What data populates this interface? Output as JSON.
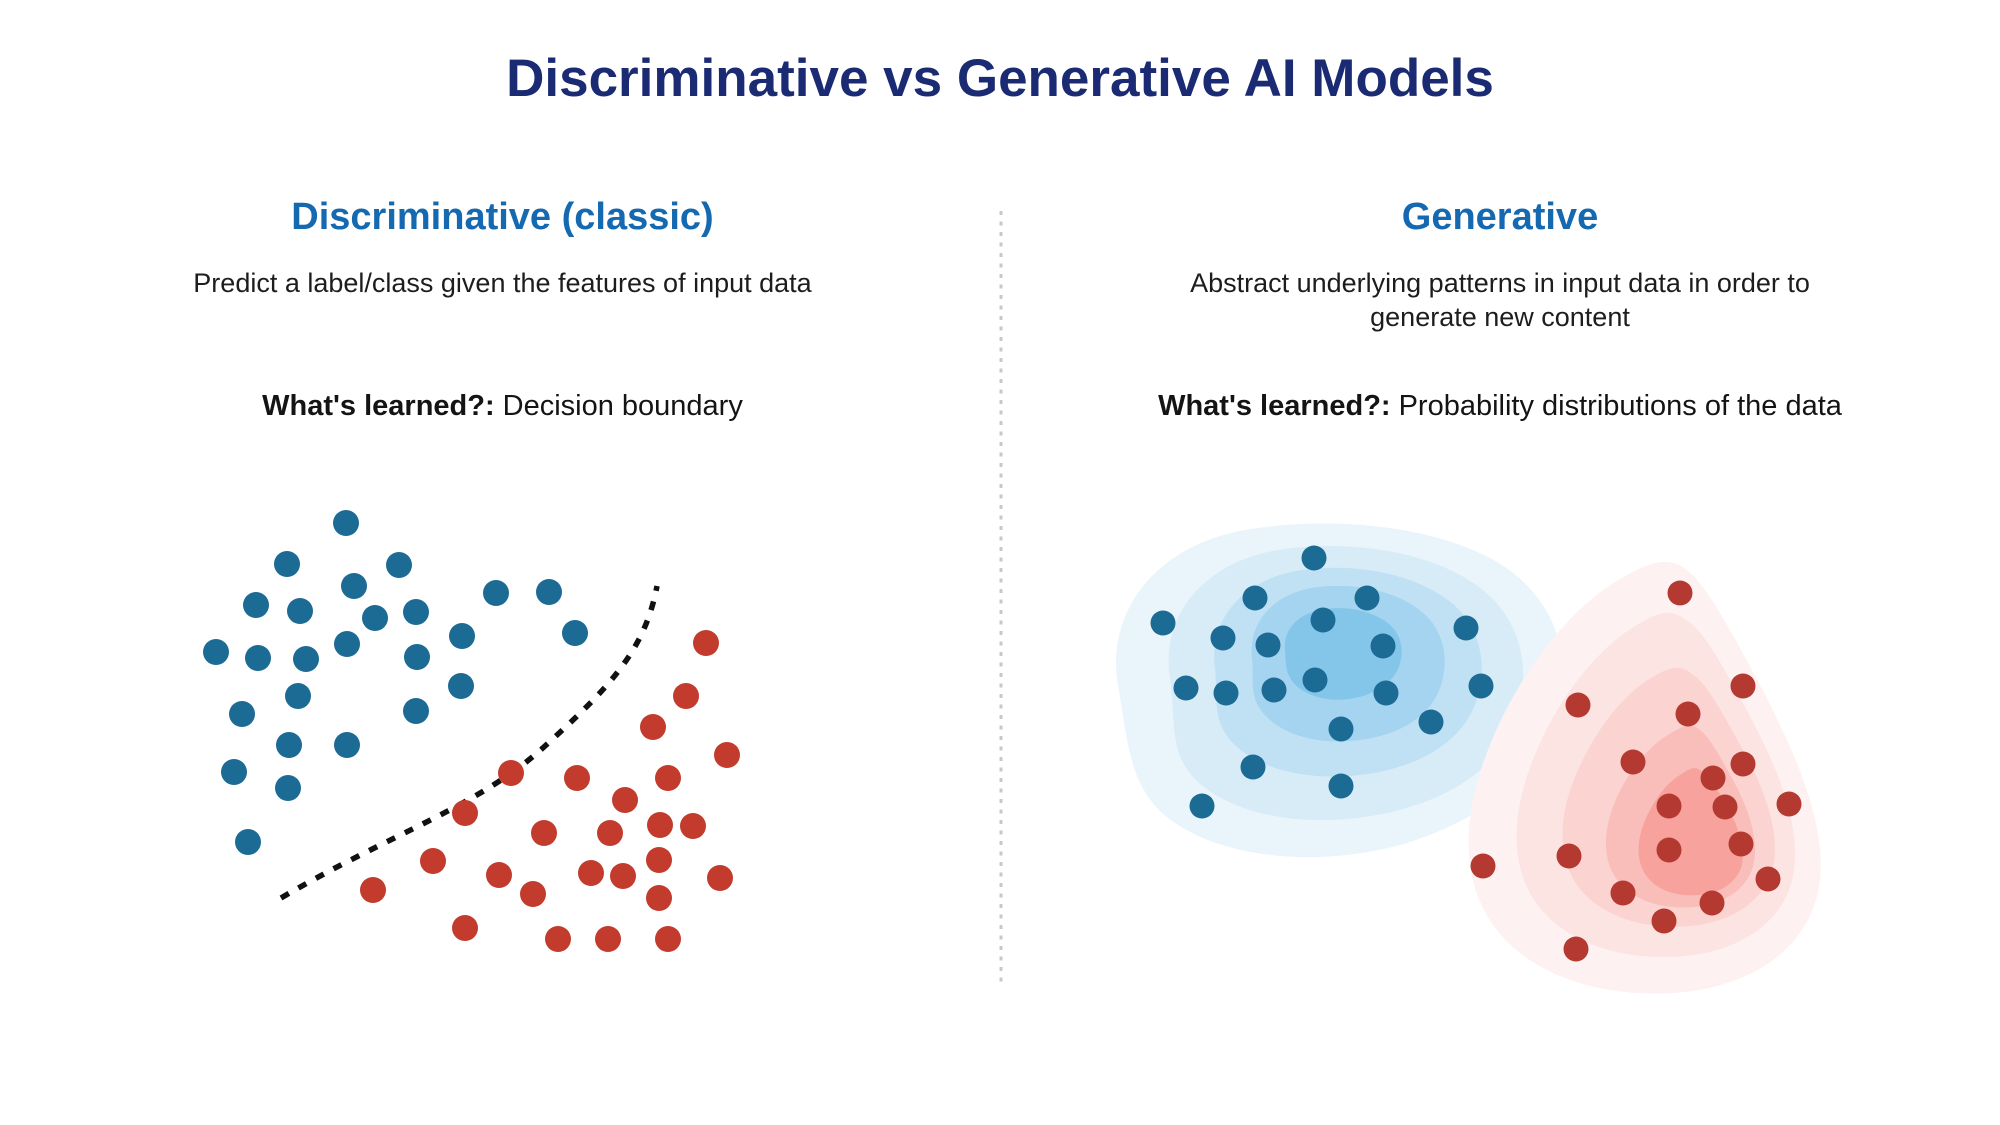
{
  "title": {
    "text": "Discriminative vs Generative AI Models",
    "color": "#1a2a73"
  },
  "divider": {
    "color": "#c8c8c8"
  },
  "left_panel": {
    "heading": "Discriminative (classic)",
    "heading_color": "#1569b0",
    "description": "Predict a label/class given the features of input data",
    "learned_label": "What's learned?:",
    "learned_value": "Decision boundary",
    "scatter": {
      "type": "scatter",
      "blue_color": "#1b6b94",
      "red_color": "#c23b2d",
      "boundary_color": "#111111",
      "dot_radius": 13,
      "blue_points": [
        [
          346,
          523
        ],
        [
          287,
          564
        ],
        [
          399,
          565
        ],
        [
          354,
          586
        ],
        [
          256,
          605
        ],
        [
          300,
          611
        ],
        [
          375,
          618
        ],
        [
          416,
          612
        ],
        [
          496,
          593
        ],
        [
          549,
          592
        ],
        [
          216,
          652
        ],
        [
          258,
          658
        ],
        [
          306,
          659
        ],
        [
          347,
          644
        ],
        [
          417,
          657
        ],
        [
          462,
          636
        ],
        [
          575,
          633
        ],
        [
          461,
          686
        ],
        [
          298,
          696
        ],
        [
          416,
          711
        ],
        [
          242,
          714
        ],
        [
          289,
          745
        ],
        [
          347,
          745
        ],
        [
          234,
          772
        ],
        [
          288,
          788
        ],
        [
          248,
          842
        ]
      ],
      "red_points": [
        [
          706,
          643
        ],
        [
          686,
          696
        ],
        [
          653,
          727
        ],
        [
          727,
          755
        ],
        [
          668,
          778
        ],
        [
          625,
          800
        ],
        [
          660,
          825
        ],
        [
          693,
          826
        ],
        [
          610,
          833
        ],
        [
          659,
          860
        ],
        [
          591,
          873
        ],
        [
          623,
          876
        ],
        [
          720,
          878
        ],
        [
          659,
          898
        ],
        [
          608,
          939
        ],
        [
          668,
          939
        ],
        [
          511,
          773
        ],
        [
          577,
          778
        ],
        [
          465,
          813
        ],
        [
          544,
          833
        ],
        [
          433,
          861
        ],
        [
          499,
          875
        ],
        [
          373,
          890
        ],
        [
          533,
          894
        ],
        [
          465,
          928
        ],
        [
          558,
          939
        ]
      ]
    }
  },
  "right_panel": {
    "heading": "Generative",
    "heading_color": "#1569b0",
    "description": "Abstract underlying patterns in input data in order to\ngenerate new content",
    "learned_label": "What's learned?:",
    "learned_value": "Probability distributions of the data",
    "blue_cluster": {
      "type": "scatter-density",
      "dot_color": "#1b6b94",
      "dot_radius": 12.5,
      "contour_colors": [
        "#eaf4fb",
        "#d8ecf8",
        "#c0e1f4",
        "#a4d4ef",
        "#84c6ea"
      ],
      "points": [
        [
          1314,
          558
        ],
        [
          1255,
          598
        ],
        [
          1367,
          598
        ],
        [
          1163,
          623
        ],
        [
          1323,
          620
        ],
        [
          1223,
          638
        ],
        [
          1268,
          645
        ],
        [
          1383,
          646
        ],
        [
          1466,
          628
        ],
        [
          1186,
          688
        ],
        [
          1226,
          693
        ],
        [
          1274,
          690
        ],
        [
          1315,
          680
        ],
        [
          1386,
          693
        ],
        [
          1481,
          686
        ],
        [
          1341,
          729
        ],
        [
          1431,
          722
        ],
        [
          1253,
          767
        ],
        [
          1341,
          786
        ],
        [
          1202,
          806
        ]
      ]
    },
    "red_cluster": {
      "type": "scatter-density",
      "dot_color": "#b43a31",
      "dot_radius": 12.5,
      "contour_colors": [
        "#fdf2f1",
        "#fce4e3",
        "#fbd3d1",
        "#f9bdba",
        "#f7a29c"
      ],
      "points": [
        [
          1680,
          593
        ],
        [
          1743,
          686
        ],
        [
          1578,
          705
        ],
        [
          1688,
          714
        ],
        [
          1633,
          762
        ],
        [
          1713,
          778
        ],
        [
          1743,
          764
        ],
        [
          1669,
          806
        ],
        [
          1725,
          807
        ],
        [
          1789,
          804
        ],
        [
          1669,
          850
        ],
        [
          1741,
          844
        ],
        [
          1569,
          856
        ],
        [
          1483,
          866
        ],
        [
          1768,
          879
        ],
        [
          1623,
          893
        ],
        [
          1712,
          903
        ],
        [
          1664,
          921
        ],
        [
          1576,
          949
        ]
      ]
    }
  }
}
